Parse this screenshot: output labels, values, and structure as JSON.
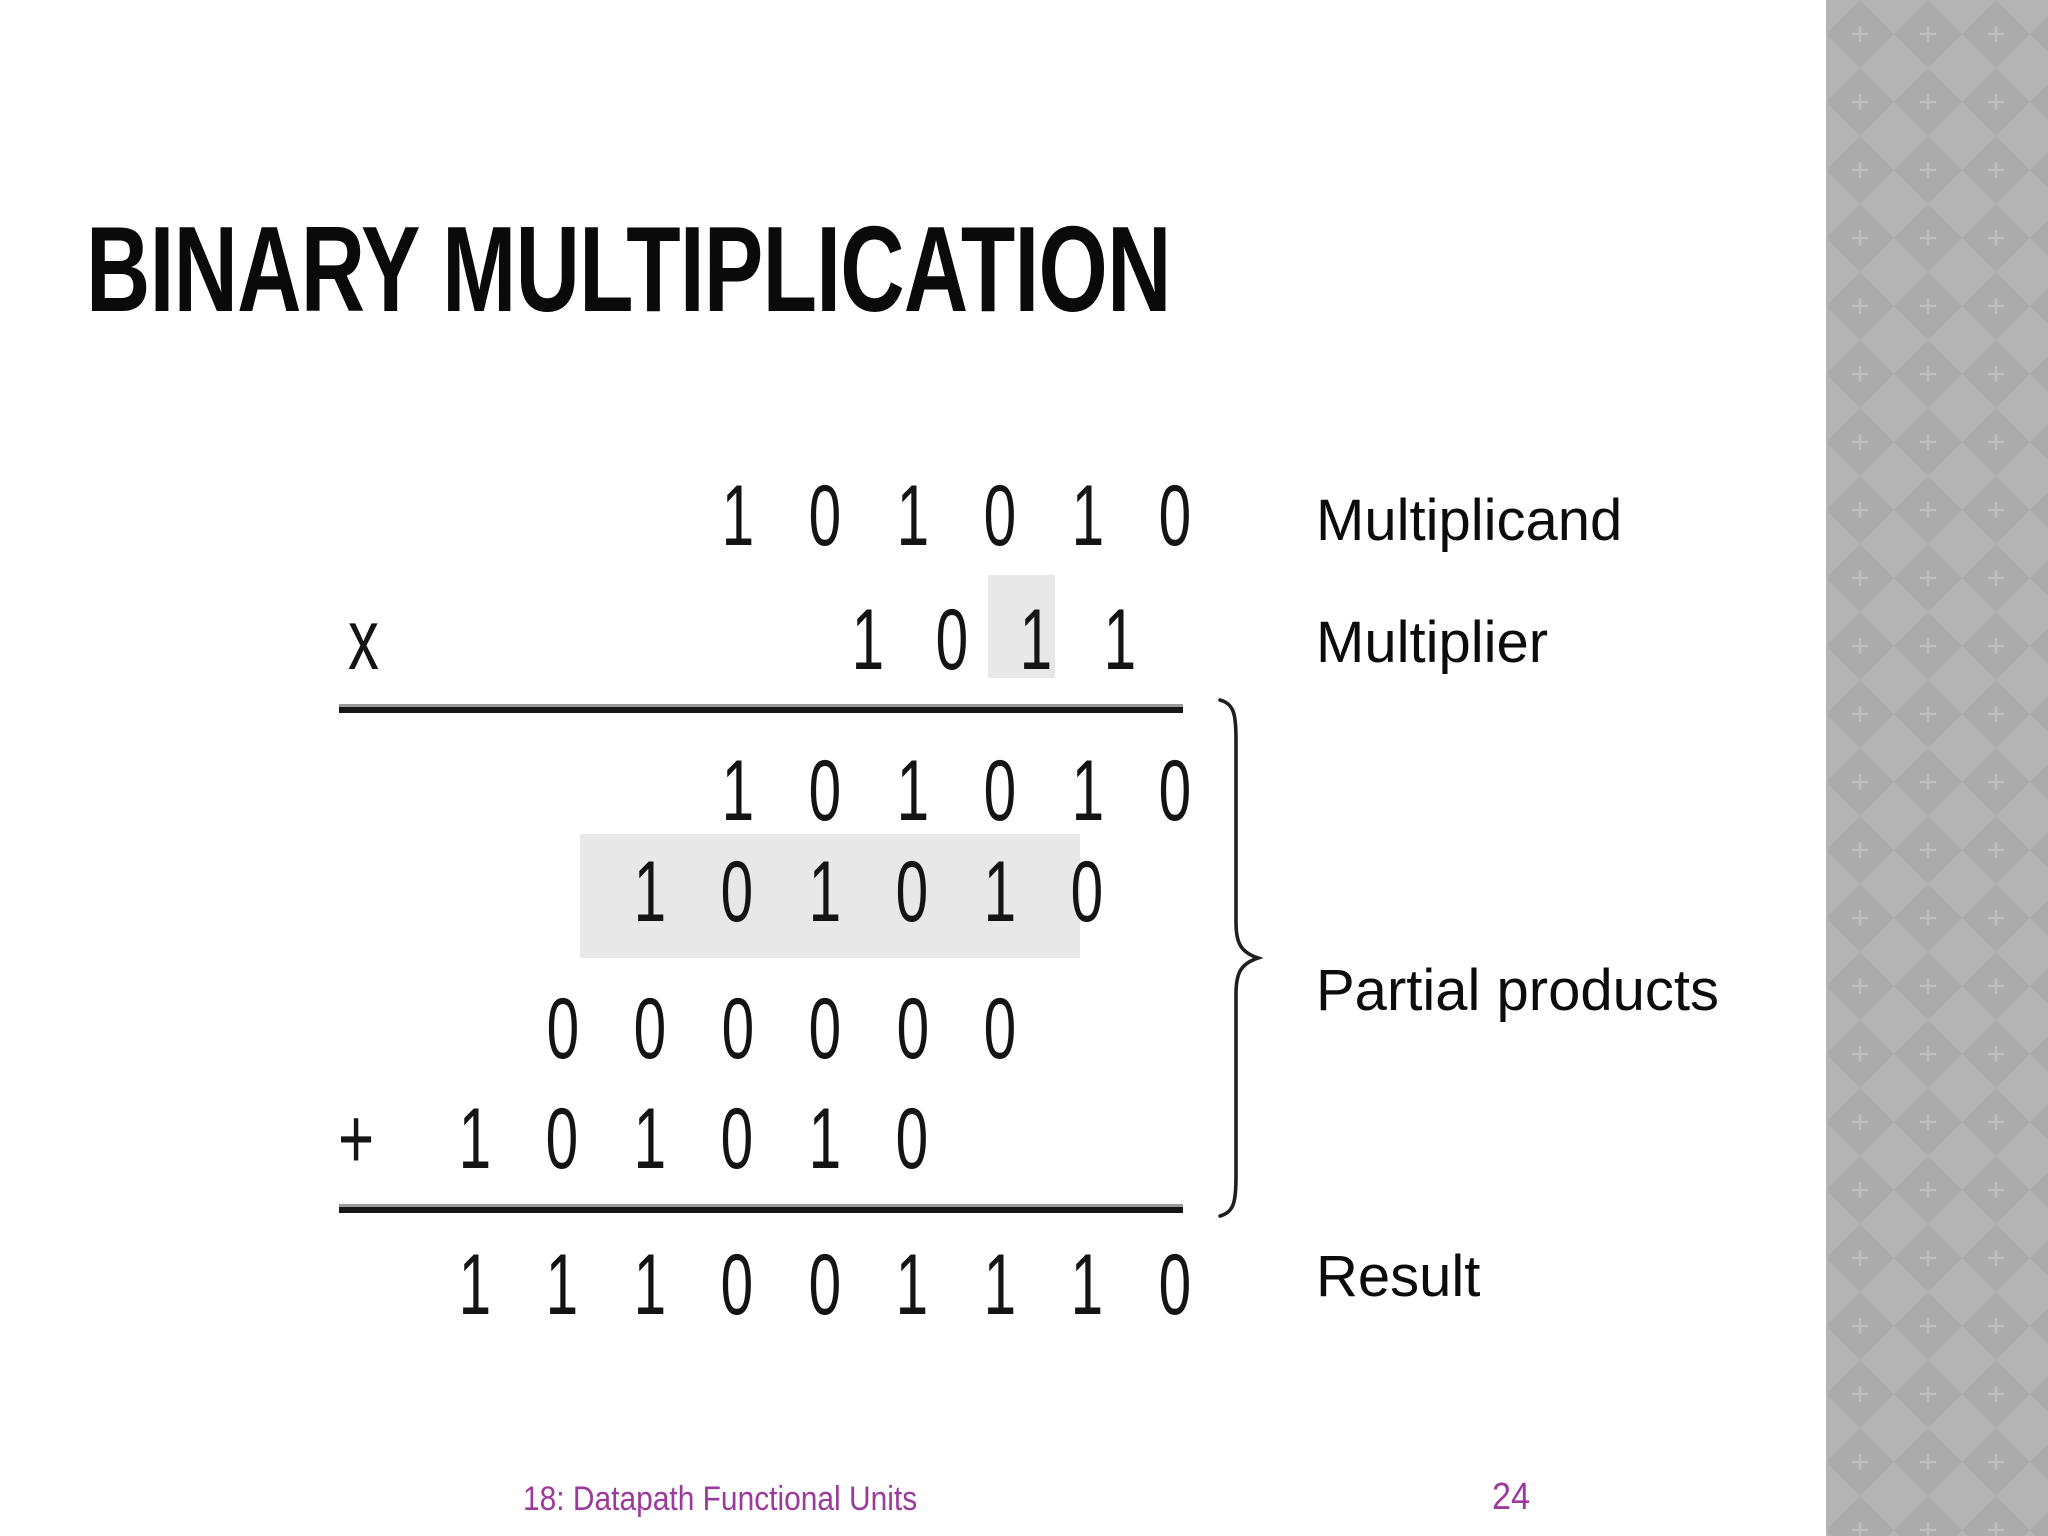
{
  "title": "BINARY MULTIPLICATION",
  "figure": {
    "multiplicand": {
      "label": "Multiplicand",
      "digits": [
        "1",
        "0",
        "1",
        "0",
        "1",
        "0"
      ]
    },
    "multiplier": {
      "label": "Multiplier",
      "operator": "x",
      "digits": [
        "1",
        "0",
        "1",
        "1"
      ],
      "highlighted_digit_index": 2
    },
    "partial_products": {
      "label": "Partial products",
      "rows": [
        {
          "digits": [
            "1",
            "0",
            "1",
            "0",
            "1",
            "0"
          ],
          "highlighted": false
        },
        {
          "digits": [
            "1",
            "0",
            "1",
            "0",
            "1",
            "0"
          ],
          "highlighted": true
        },
        {
          "digits": [
            "0",
            "0",
            "0",
            "0",
            "0",
            "0"
          ],
          "highlighted": false
        },
        {
          "operator": "+",
          "digits": [
            "1",
            "0",
            "1",
            "0",
            "1",
            "0"
          ],
          "highlighted": false
        }
      ]
    },
    "result": {
      "label": "Result",
      "digits": [
        "1",
        "1",
        "1",
        "0",
        "0",
        "1",
        "1",
        "1",
        "0"
      ]
    }
  },
  "footer": {
    "lesson": "18: Datapath Functional Units",
    "page_number": "24"
  },
  "colors": {
    "footer_text": "#9c3a9c",
    "highlight": "#e8e8e8",
    "digit": "#141414",
    "label": "#0c0c0c",
    "rule_dark": "#161616",
    "rule_light": "#9b9b9b",
    "strip_base": "#b4b4b4",
    "strip_diamond": "#ababab",
    "strip_cross": "#bfbfbf"
  }
}
